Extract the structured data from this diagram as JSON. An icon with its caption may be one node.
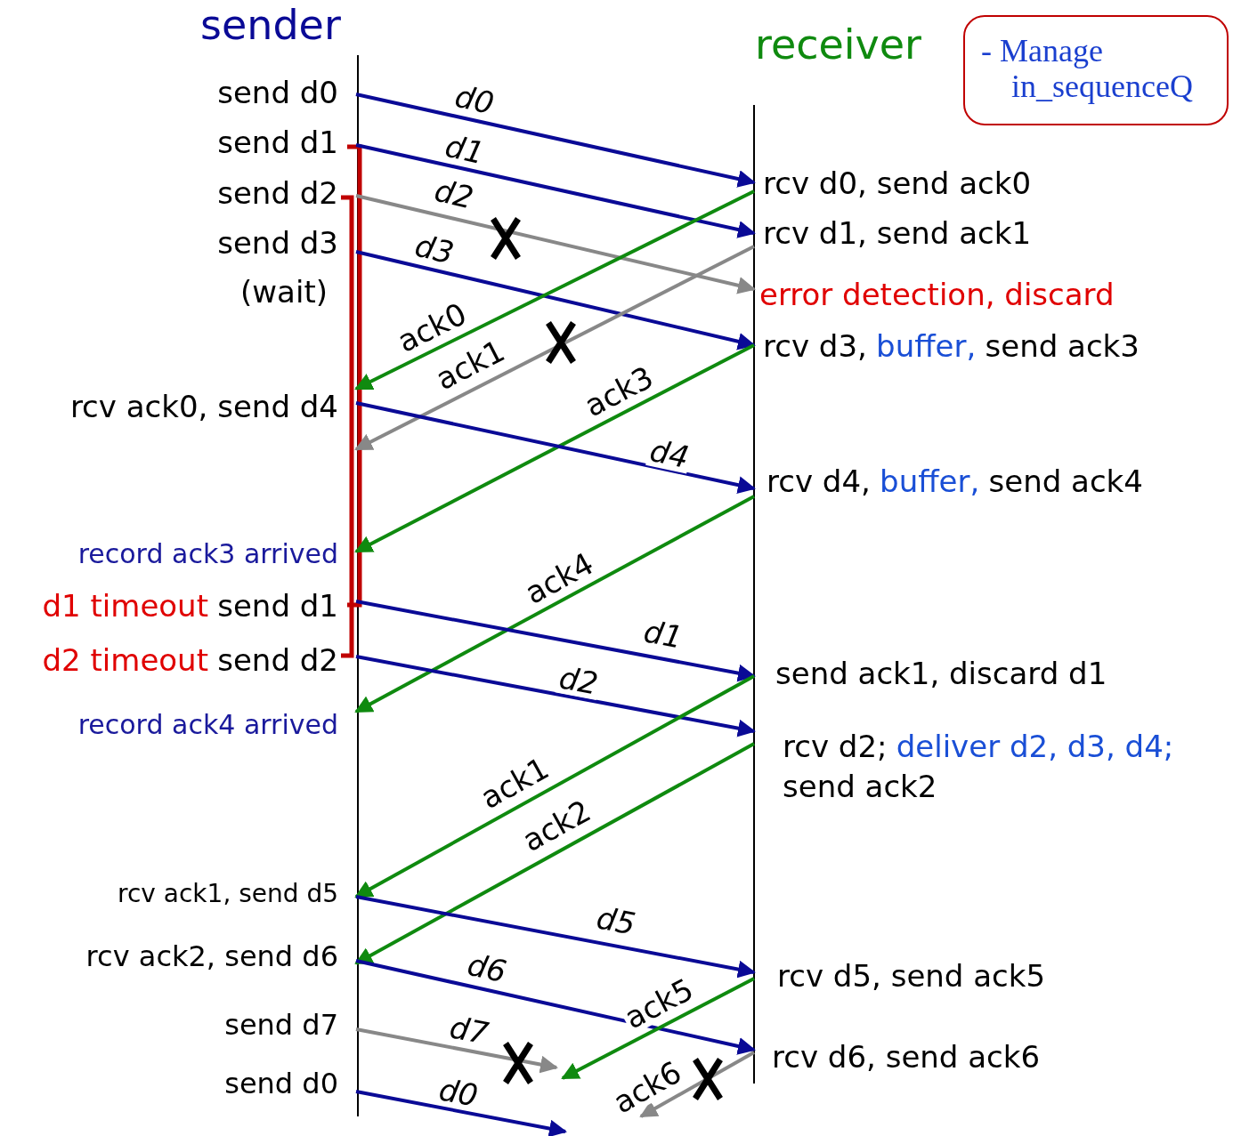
{
  "diagram": {
    "nodes": [
      {
        "text": [
          "- Manage in_sequenceQ"
        ]
      },
      {
        "text": [
          "send d0"
        ]
      },
      {
        "text": [
          "send d1"
        ]
      },
      {
        "text": [
          "rcv d0, send ack0"
        ]
      },
      {
        "text": [
          "send d2"
        ]
      },
      {
        "text": [
          "rcv d1, send ack1"
        ]
      },
      {
        "text": [
          "send d3"
        ]
      },
      {
        "text": [
          "error detection, discard"
        ]
      },
      {
        "text": [
          "rcv d3,",
          "buffer,",
          "send ack3"
        ]
      },
      {
        "text": [
          "rcv ack0, send d4"
        ]
      },
      {
        "text": [
          "rcv d4,",
          "buffer,",
          "send ack4"
        ]
      },
      {
        "text": [
          "record ack3 arrived"
        ]
      },
      {
        "text": [
          "d1 timeout",
          "send d1"
        ]
      },
      {
        "text": [
          "d2 timeout",
          "send d2"
        ]
      },
      {
        "text": [
          "send ack1, discard d1"
        ]
      },
      {
        "text": [
          "record ack4 arrived"
        ]
      },
      {
        "text": [
          "rcv d2;",
          "deliver d2, d3, d4;",
          "send ack2"
        ]
      },
      {
        "text": [
          "rcv ack1, send d5"
        ]
      },
      {
        "text": [
          "rcv ack2, send d6"
        ]
      },
      {
        "text": [
          "rcv d5, send ack5"
        ]
      },
      {
        "text": [
          "send d7"
        ]
      },
      {
        "text": [
          "rcv d6, send ack6"
        ]
      },
      {
        "text": [
          "send d0"
        ]
      }
    ],
    "edges": [
      {
        "from": 1,
        "to": 3,
        "arrow": "to",
        "label": "d0"
      },
      {
        "from": 2,
        "to": 5,
        "arrow": "to",
        "label": "d1"
      },
      {
        "from": 4,
        "to": 7,
        "arrow": "to",
        "label": "d2",
        "color": "#888888"
      },
      {
        "from": 6,
        "to": 8,
        "arrow": "to",
        "label": "d3"
      },
      {
        "from": 3,
        "to": 9,
        "arrow": "to",
        "label": "ack0",
        "color": "#0f8a0f"
      },
      {
        "from": 5,
        "to": 9,
        "arrow": "to",
        "label": "ack1",
        "color": "#888888"
      },
      {
        "from": 8,
        "to": 11,
        "arrow": "to",
        "label": "ack3",
        "color": "#0f8a0f"
      },
      {
        "from": 9,
        "to": 10,
        "arrow": "to",
        "label": "d4"
      },
      {
        "from": 10,
        "to": 15,
        "arrow": "to",
        "label": "ack4",
        "color": "#0f8a0f"
      },
      {
        "from": 12,
        "to": 14,
        "arrow": "to",
        "label": "d1"
      },
      {
        "from": 13,
        "to": 16,
        "arrow": "to",
        "label": "d2"
      },
      {
        "from": 14,
        "to": 17,
        "arrow": "to",
        "label": "ack1",
        "color": "#0f8a0f"
      },
      {
        "from": 16,
        "to": 18,
        "arrow": "to",
        "label": "ack2",
        "color": "#0f8a0f"
      },
      {
        "from": 17,
        "to": 19,
        "arrow": "to",
        "label": "d5"
      },
      {
        "from": 18,
        "to": 21,
        "arrow": "to",
        "label": "d6"
      },
      {
        "from": 20,
        "to": null,
        "arrow": "to",
        "label": "d7",
        "color": "#888888"
      },
      {
        "from": 19,
        "to": null,
        "arrow": "to",
        "label": "ack5",
        "color": "#0f8a0f"
      },
      {
        "from": 21,
        "to": null,
        "arrow": "to",
        "label": "ack6",
        "color": "#888888"
      },
      {
        "from": 22,
        "to": null,
        "arrow": "to",
        "label": "d0"
      }
    ],
    "labels": [
      "sender",
      "receiver",
      "(wait)"
    ]
  }
}
